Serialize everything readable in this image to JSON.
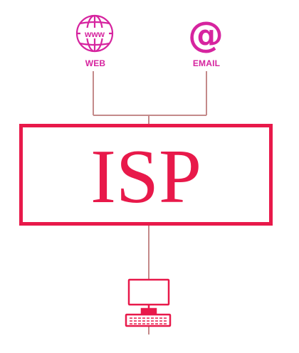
{
  "nodes": {
    "web": {
      "label": "WEB",
      "icon": "globe-www-icon"
    },
    "email": {
      "label": "EMAIL",
      "icon": "at-sign-icon"
    },
    "isp": {
      "label": "ISP"
    },
    "client": {
      "icon": "desktop-computer-icon"
    }
  },
  "colors": {
    "accent": "#e8194a",
    "icon": "#d6249f",
    "line": "#c48a8a"
  }
}
